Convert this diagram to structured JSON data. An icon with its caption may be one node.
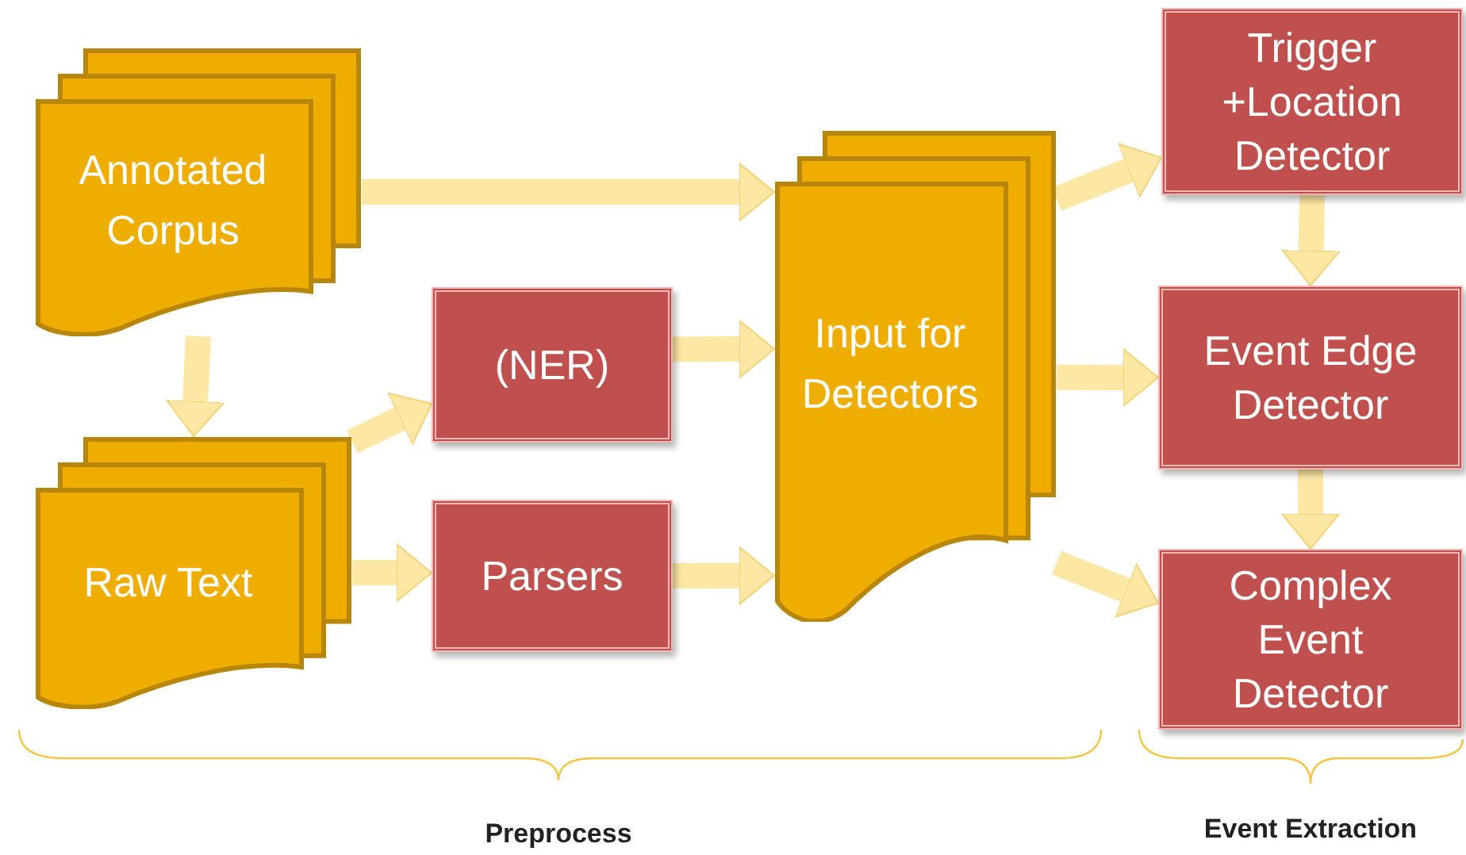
{
  "diagram": {
    "nodes": [
      {
        "text": [
          "Annotated Corpus"
        ]
      },
      {
        "text": [
          "Raw Text"
        ]
      },
      {
        "text": [
          "(NER)"
        ]
      },
      {
        "text": [
          "Parsers"
        ]
      },
      {
        "text": [
          "Input for Detectors"
        ]
      },
      {
        "text": [
          "Trigger +Location Detector"
        ]
      },
      {
        "text": [
          "Event Edge Detector"
        ]
      },
      {
        "text": [
          "Complex Event Detector"
        ]
      }
    ],
    "edges": [
      {
        "from": 0,
        "to": 4,
        "arrow": "to"
      },
      {
        "from": 0,
        "to": 1,
        "arrow": "to"
      },
      {
        "from": 1,
        "to": 2,
        "arrow": "to"
      },
      {
        "from": 1,
        "to": 3,
        "arrow": "to"
      },
      {
        "from": 2,
        "to": 4,
        "arrow": "to"
      },
      {
        "from": 3,
        "to": 4,
        "arrow": "to"
      },
      {
        "from": 4,
        "to": 5,
        "arrow": "to"
      },
      {
        "from": 4,
        "to": 6,
        "arrow": "to"
      },
      {
        "from": 4,
        "to": 7,
        "arrow": "to"
      },
      {
        "from": 5,
        "to": 6,
        "arrow": "to"
      },
      {
        "from": 6,
        "to": 7,
        "arrow": "to"
      }
    ],
    "labels": [
      "Preprocess",
      "Event Extraction"
    ]
  }
}
